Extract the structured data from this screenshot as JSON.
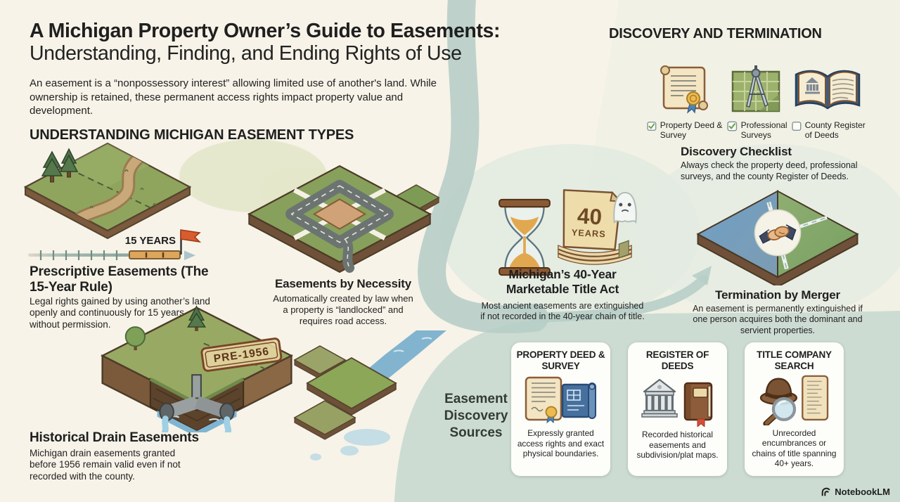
{
  "header": {
    "title_bold": "A Michigan Property Owner’s Guide to Easements:",
    "title_regular": "Understanding, Finding, and Ending Rights of Use",
    "intro": "An easement is a “nonpossessory interest” allowing limited use of another's land. While ownership is retained, these permanent access rights impact property value and development."
  },
  "sections": {
    "types": {
      "heading": "UNDERSTANDING MICHIGAN EASEMENT TYPES",
      "prescriptive": {
        "timeline_label": "15 YEARS",
        "title": "Prescriptive Easements (The 15-Year Rule)",
        "body": "Legal rights gained by using another’s land openly and continuously for 15 years without permission."
      },
      "necessity": {
        "title": "Easements by Necessity",
        "body": "Automatically created by law when a property is “landlocked” and requires road access."
      },
      "drain": {
        "stamp_label": "PRE-1956",
        "title": "Historical Drain Easements",
        "body": "Michigan drain easements granted before 1956 remain valid even if not recorded with the county."
      }
    },
    "discovery": {
      "heading": "DISCOVERY AND TERMINATION",
      "checklist_items": [
        {
          "label": "Property Deed & Survey",
          "checked": true,
          "icon": "deed-scroll-icon"
        },
        {
          "label": "Professional Surveys",
          "checked": true,
          "icon": "survey-map-icon"
        },
        {
          "label": "County Register of Deeds",
          "checked": false,
          "icon": "register-book-icon"
        }
      ],
      "checklist_title": "Discovery Checklist",
      "checklist_body": "Always check the property deed, professional surveys, and the county Register of Deeds.",
      "title_act": {
        "badge_value": "40",
        "badge_unit": "YEARS",
        "title": "Michigan’s 40-Year Marketable Title Act",
        "body": "Most ancient easements are extinguished if not recorded in the 40-year chain of title."
      },
      "merger": {
        "title": "Termination by Merger",
        "body": "An easement is permanently extinguished if one person acquires both the dominant and servient properties."
      }
    },
    "sources": {
      "label": "Easement Discovery Sources",
      "cards": [
        {
          "title": "PROPERTY DEED & SURVEY",
          "icon": "deed-blueprint-icon",
          "body": "Expressly granted access rights and exact physical boundaries."
        },
        {
          "title": "REGISTER OF DEEDS",
          "icon": "courthouse-book-icon",
          "body": "Recorded historical easements and subdivision/plat maps."
        },
        {
          "title": "TITLE COMPANY SEARCH",
          "icon": "detective-search-icon",
          "body": "Unrecorded encumbrances or chains of title spanning 40+ years."
        }
      ]
    }
  },
  "footer": {
    "brand": "NotebookLM"
  },
  "colors": {
    "background": "#f7f3e8",
    "river": "#b7cec8",
    "accent_orange": "#d85c2e",
    "parcel_green": "#8fa55e",
    "earth_brown": "#7b5a3d",
    "text": "#1f1f1f"
  }
}
